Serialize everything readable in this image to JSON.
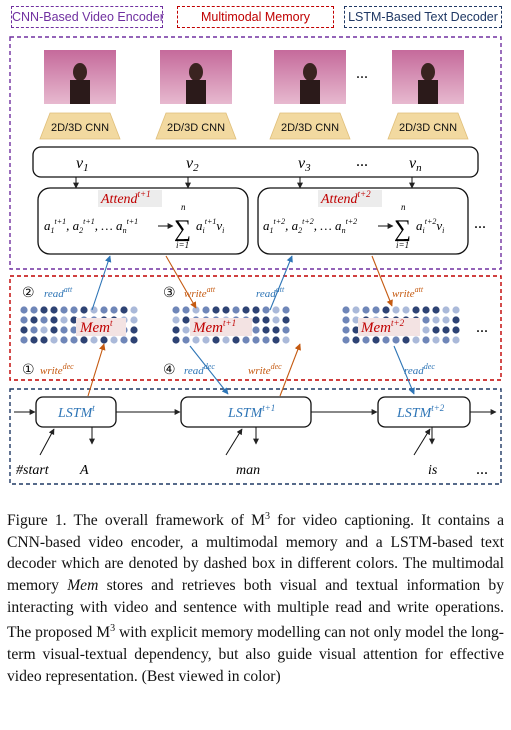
{
  "legend": {
    "encoder": "CNN-Based Video Encoder",
    "memory": "Multimodal Memory",
    "decoder": "LSTM-Based Text Decoder"
  },
  "colors": {
    "encoder": "#7030a0",
    "memory": "#c00000",
    "decoder": "#1f3864",
    "attend_text": "#c00000",
    "mem_dark": "#2e4374",
    "mem_mid": "#6f86b8",
    "mem_light": "#aab9d9",
    "read_arrow": "#2e75b6",
    "write_arrow": "#c55a11",
    "cnn_fill": "#f2d9a0"
  },
  "cnn_label": "2D/3D CNN",
  "ellipsis": "...",
  "features": [
    "v1",
    "v2",
    "v3",
    "vn"
  ],
  "attend": [
    "Attend t+1",
    "Attend t+2"
  ],
  "memory_labels": [
    "Mem t",
    "Mem t+1",
    "Mem t+2"
  ],
  "op_numbers": [
    "②",
    "③",
    "①",
    "④"
  ],
  "ops": {
    "read_att": "read att",
    "write_att": "write att",
    "write_dec": "write dec",
    "read_dec": "read dec"
  },
  "lstm_labels": [
    "LSTM t",
    "LSTM t+1",
    "LSTM t+2"
  ],
  "words": [
    "#start",
    "A",
    "man",
    "is"
  ],
  "caption": "Figure 1. The overall framework of M3 for video captioning. It contains a CNN-based video encoder, a multimodal memory and a LSTM-based text decoder which are denoted by dashed box in different colors. The multimodal memory Mem stores and retrieves both visual and textual information by interacting with video and sentence with multiple read and write operations. The proposed M3 with explicit memory modelling can not only model the long-term visual-textual dependency, but also guide visual attention for effective video representation. (Best viewed in color)"
}
